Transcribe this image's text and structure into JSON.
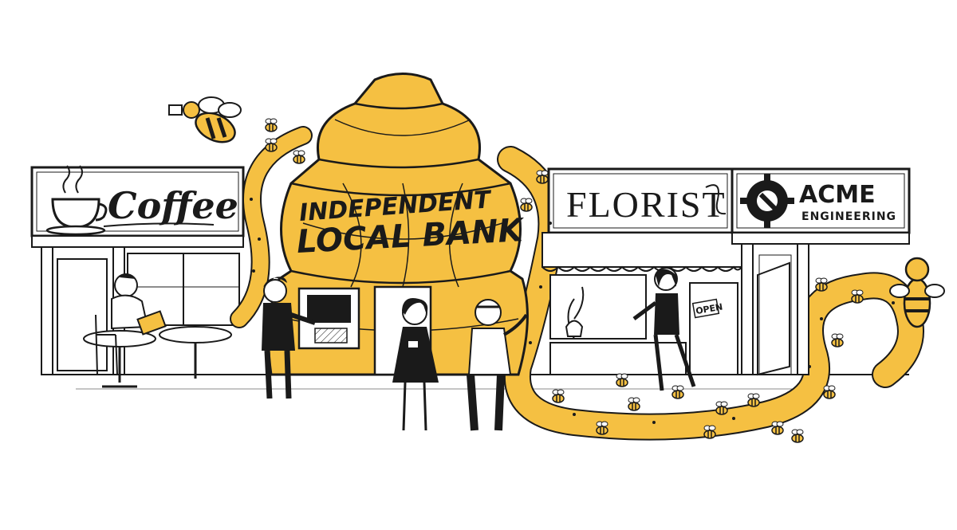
{
  "scene": {
    "shops": {
      "coffee": {
        "sign": "Coffee"
      },
      "florist": {
        "sign": "FLORIST",
        "door_sign": "OPEN"
      },
      "acme": {
        "name": "ACME",
        "subtitle": "ENGINEERING"
      }
    },
    "bank": {
      "line1": "INDEPENDENT",
      "line2": "LOCAL BANK"
    }
  },
  "colors": {
    "honey": "#F5C042",
    "honey_light": "#F9D978",
    "ink": "#1a1a1a",
    "paper": "#ffffff"
  },
  "icons": [
    "coffee-cup-icon",
    "wrench-gear-icon",
    "bee-icon"
  ]
}
